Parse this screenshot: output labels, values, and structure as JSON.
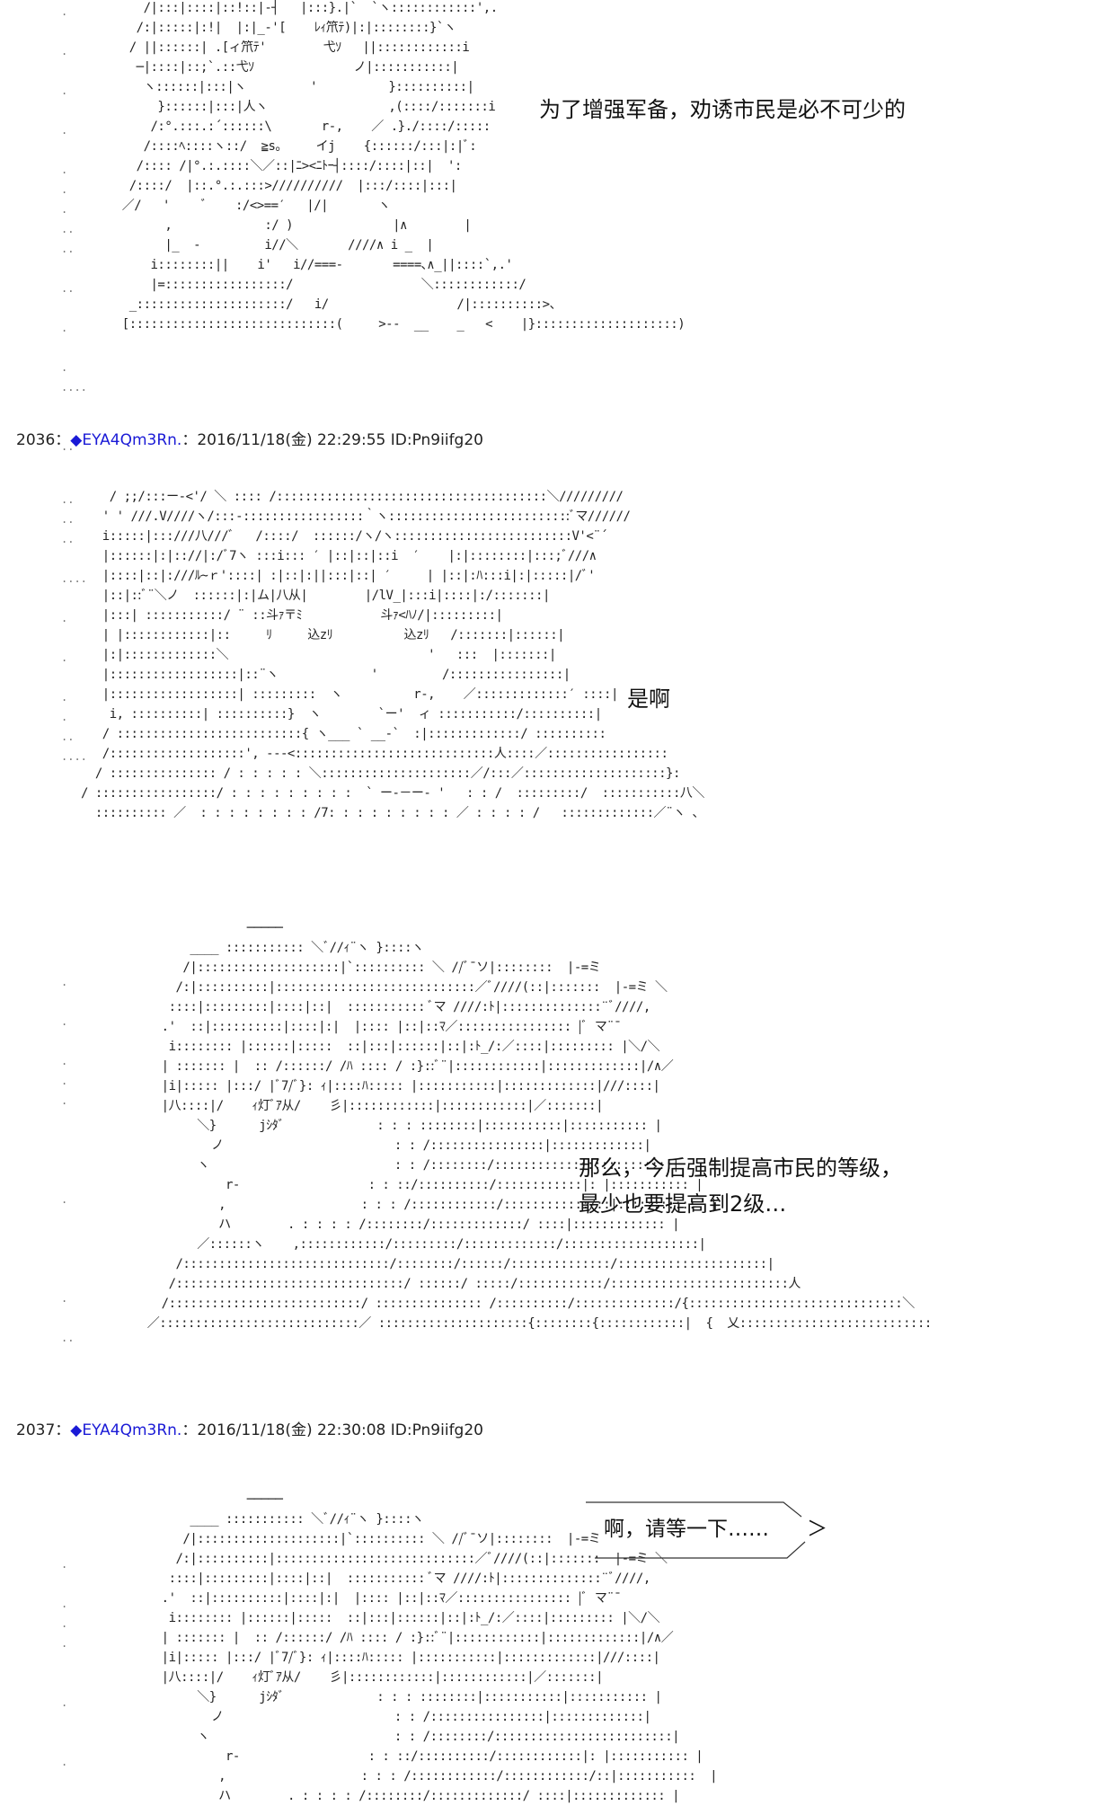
{
  "posts": [
    {
      "number": "2036",
      "sep": "：",
      "poster": "◆EYA4Qm3Rn.",
      "meta": "：2016/11/18(金) 22:29:55 ID:Pn9iifg20"
    },
    {
      "number": "2037",
      "sep": "：",
      "poster": "◆EYA4Qm3Rn.",
      "meta": "：2016/11/18(金) 22:30:08 ID:Pn9iifg20"
    }
  ],
  "dialogs": {
    "line1": "为了增强军备，劝诱市民是必不可少的",
    "line2": "是啊",
    "line3a": "那么，今后强制提高市民的等级，",
    "line3b": "最少也要提高到2级…",
    "bubble": "啊，请等一下……",
    "bubble_tail": "＞"
  },
  "art": {
    "block1": "      /|:::|::::|::!::|-┤   |:::}.|`  `ヽ::::::::::::',.\n     /:|:::::|:!|  |:|_-'[    ﾚｨ笊ﾃ)|:|::::::::}`ヽ\n    / ||::::::| .[ィ笊ﾃ'        弋ｿ   ||::::::::::::i\n     ─|::::|::;`.::弋ｿ              ノ|:::::::::::|\n      ヽ::::::|:::|ヽ         '          }::::::::::|\n        }::::::|:::|人ヽ                 ,(::::/:::::::i\n       /:°.:::.:´::::::\\       r-,    ／ .}./::::/:::::\n      /::::ﾍ::::ヽ::/  ≧s。    イj    {::::::/:::|:|ﾞ:\n     /:::: /|°.:.::::＼／::|ﾆ><ﾆﾄｰ┤::::/::::|::|  ':\n    /::::/  |::.°.:.:::>//////////  |:::/::::|:::|\n   ／/   '     ﾞ    :/<>==′   |/|       ヽ\n         ,             :/ )              |∧        |\n         |_  ‐         i//＼       ////∧ i _  |\n       i::::::::||    i'   i//===-       ====､∧_||::::`,.'\n       |=:::::::::::::::::/                  ＼::::::::::::/\n    _:::::::::::::::::::::/   i/                  /|::::::::::>、\n   [:::::::::::::::::::::::::::::(     >--  __    _   <    |}::::::::::::::::::::)",
    "block2": "    / ;;/:::ー-<'/ ＼ :::: /::::::::::::::::::::::::::::::::::::::＼/////////\n   ' ' ///.V////ヽ/:::-:::::::::::::::::｀ヽ::::::::::::::::::::::::::ﾞマ//////\n   i:::::|:::///八///ﾞ   /::::/  ::::::/ヽ/ヽ:::::::::::::::::::::::::V'<¨´\n   |::::::|:|:://|:/ﾞ7ヽ :::i::: ′ |::|::|::i  ′    |:|::::::::|:::;ﾞ///∧\n   |::::|::|:///ﾙ~ｒ'::::| :|::|:||:::|::| ′     | |::|:ﾊ:::i|:|:::::|/ﾞ'\n   |::|::ﾞ¨＼ノ  ::::::|:|ム|八从|        |/lV_|:::i|::::|:/:::::::|\n   |:::| :::::::::::/ ¨ ::斗ｧ〒ﾐ           斗ｧ<ﾊﾉ/|:::::::::|\n   | |::::::::::::|::     ﾘ     込zﾘ          込zﾘ   /:::::::|::::::|\n   |:|:::::::::::::＼                            '   :::  |:::::::|\n   |::::::::::::::::::|::¨ヽ             '         /::::::::::::::::|\n   |::::::::::::::::::| :::::::::  ヽ          r-,    ／:::::::::::::′ ::::|\n    i, ::::::::::| ::::::::::}  ヽ        `ー'  ィ :::::::::::/::::::::::|\n   / ::::::::::::::::::::::::::{ ヽ___ ` __-`  :|:::::::::::::/ ::::::::::\n   /:::::::::::::::::::', ---<::::::::::::::::::::::::::::人::::／:::::::::::::::::\n  / ::::::::::::::: / : : : : : ＼:::::::::::::::::::::／/:::／::::::::::::::::::::}:\n/ :::::::::::::::::/ : : : : : : : : :  ` ー-－ー- '   : : /  :::::::::/  :::::::::::八＼\n  :::::::::: ／  : : : : : : : : /7: : : : : : : : : ／ : : : : /   :::::::::::::／¨ヽ 、",
    "block3": "                 ─────\n         ____ ::::::::::: ＼ﾞ//ｨ¨ヽ }::::ヽ\n        /|::::::::::::::::::::|`:::::::::: ＼ //ﾞ¯ソ|::::::::  |-=ミ\n       /:|::::::::::|::::::::::::::::::::::::::::／ﾞ////(::|:::::::  |-=ミ ＼\n      ::::|:::::::::|::::|::|  ::::::::::: ﾞマ ////:ﾄ|::::::::::::::¨ﾞ////,\n     .'  ::|::::::::::|::::|:|  |:::: |::|::ﾏ／:::::::::::::::: |ﾞ マ¨¯\n      i:::::::: |::::::|:::::  ::|:::|::::::|::|:ﾄ_/:／::::|::::::::: |＼/＼\n     | ::::::: |  :: /::::::/ /ﾊ :::: / :}::ﾞ¨|::::::::::::|:::::::::::::|/∧／\n     |i|::::: |:::/ |ﾞ7/ﾞ}: ｨ|::::ﾊ::::: |:::::::::::|:::::::::::::|///::::|\n     |八::::|/    ｨ灯ﾞｱ从/    彡|::::::::::::|::::::::::::|／:::::::|\n          ＼}      jｼﾀﾞ             : : : ::::::::|:::::::::::|::::::::::: |\n            ノ                        : : /::::::::::::::::|:::::::::::::|\n          ヽ                          : : /::::::::/:::::::::::::::::::::::::|\n              r-                  : : ::/::::::::::/::::::::::::|: |::::::::::: |\n             ,                   : : : /::::::::::::/::::::::::::/::|:::::::::::  |\n             ハ        . : : : : /::::::::/:::::::::::::/ ::::|::::::::::::: |\n          ／::::::ヽ    ,::::::::::::/:::::::::/:::::::::::::/:::::::::::::::::::|\n       /:::::::::::::::::::::::::::::/::::::::/::::::/::::::::::::::/:::::::::::::::::::::|\n      /::::::::::::::::::::::::::::::::/ ::::::/ :::::/::::::::::::/:::::::::::::::::::::::::人\n     /:::::::::::::::::::::::::::/ ::::::::::::::: /::::::::::/::::::::::::::/{::::::::::::::::::::::::::::::＼\n   ／::::::::::::::::::::::::::::／ :::::::::::::::::::::{::::::::{::::::::::::|  {  乂:::::::::::::::::::::::::::",
    "block4": "                 ─────\n         ____ ::::::::::: ＼ﾞ//ｨ¨ヽ }::::ヽ\n        /|::::::::::::::::::::|`:::::::::: ＼ //ﾞ¯ソ|::::::::  |-=ミ\n       /:|::::::::::|::::::::::::::::::::::::::::／ﾞ////(::|:::::::  |-=ミ ＼\n      ::::|:::::::::|::::|::|  ::::::::::: ﾞマ ////:ﾄ|::::::::::::::¨ﾞ////,\n     .'  ::|::::::::::|::::|:|  |:::: |::|::ﾏ／:::::::::::::::: |ﾞ マ¨¯\n      i:::::::: |::::::|:::::  ::|:::|::::::|::|:ﾄ_/:／::::|::::::::: |＼/＼\n     | ::::::: |  :: /::::::/ /ﾊ :::: / :}::ﾞ¨|::::::::::::|:::::::::::::|/∧／\n     |i|::::: |:::/ |ﾞ7/ﾞ}: ｨ|::::ﾊ::::: |:::::::::::|:::::::::::::|///::::|\n     |八::::|/    ｨ灯ﾞｱ从/    彡|::::::::::::|::::::::::::|／:::::::|\n          ＼}      jｼﾀﾞ             : : : ::::::::|:::::::::::|::::::::::: |\n            ノ                        : : /::::::::::::::::|:::::::::::::|\n          ヽ                          : : /::::::::/:::::::::::::::::::::::::|\n              r-                  : : ::/::::::::::/::::::::::::|: |::::::::::: |\n             ,                   : : : /::::::::::::/::::::::::::/::|:::::::::::  |\n             ハ        . : : : : /::::::::/:::::::::::::/ ::::|::::::::::::: |"
  },
  "margins": {
    "m1": ".\n\n.\n\n.\n\n.\n\n.\n.\n.\n..\n..\n\n..\n\n.\n\n.\n....\n\n\n..",
    "m2": "..\n..\n..\n\n....\n\n.\n\n.\n\n.\n.\n..\n....",
    "m3": ".\n\n.\n\n.\n.\n.\n\n\n\n\n.\n\n\n\n\n.\n\n..",
    "m4": ".\n\n.\n.\n.\n\n\n.\n\n\n."
  }
}
